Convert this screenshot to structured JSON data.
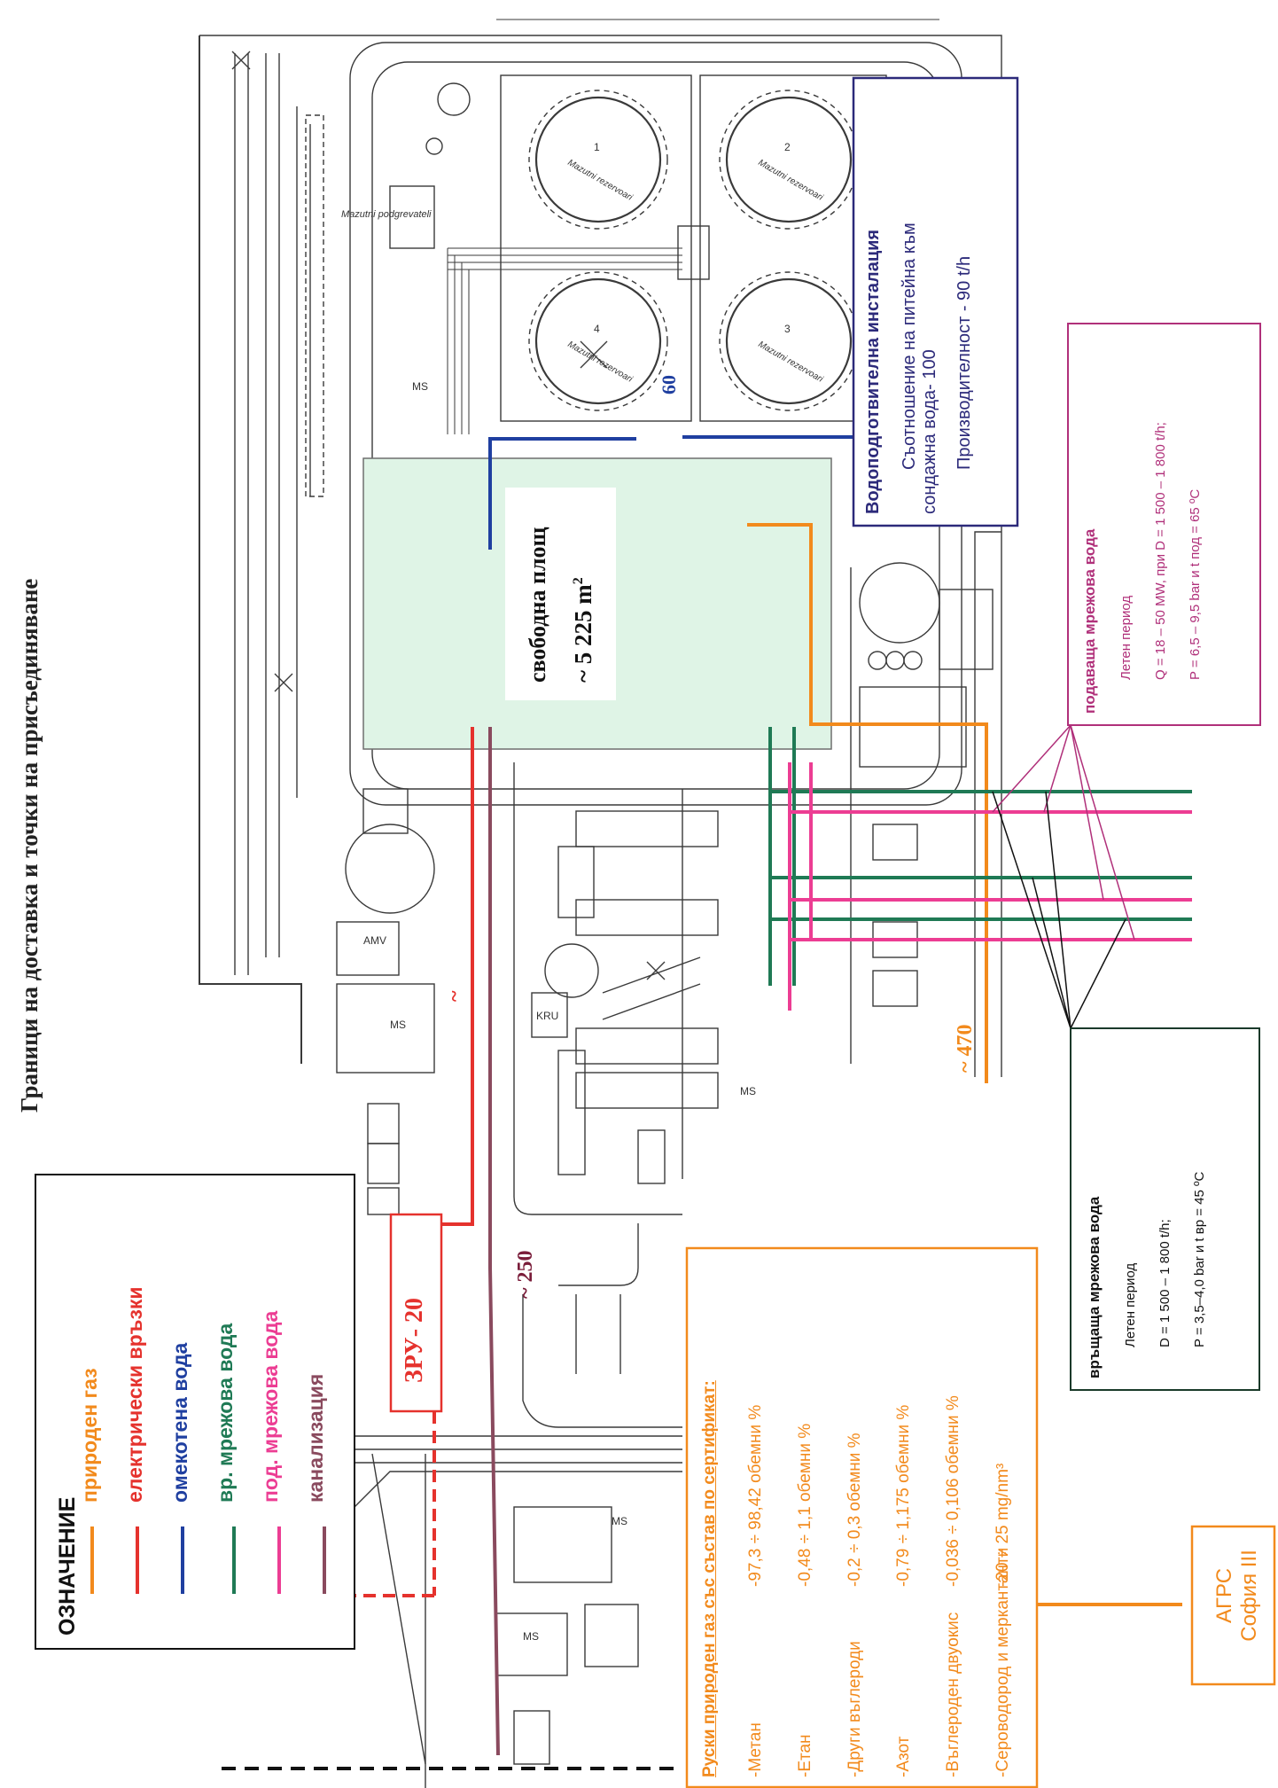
{
  "title": "Граници на доставка и точки на присъединяване",
  "legend": {
    "heading": "ОЗНАЧЕНИЕ",
    "items": [
      {
        "label": "природен газ",
        "color": "#f28a1c"
      },
      {
        "label": "електрически връзки",
        "color": "#e5322d"
      },
      {
        "label": "омекотена вода",
        "color": "#1f3fa0"
      },
      {
        "label": "вр. мрежова вода",
        "color": "#1f7a55"
      },
      {
        "label": "под. мрежова вода",
        "color": "#ec3d93"
      },
      {
        "label": "канализация",
        "color": "#8a4a5e"
      }
    ]
  },
  "free_area": {
    "label": "свободна площ",
    "value": "~ 5 225 m",
    "sup": "2"
  },
  "water_box": {
    "title": "Водоподготвителна инсталация",
    "line1": "Съотношение на питейна към",
    "line2": "сондажна вода- 100",
    "line3": "Производителност - 90 t/h"
  },
  "supply_box": {
    "title": "подаваща мрежова вода",
    "line1": "Летен период",
    "line2": "Q = 18 – 50 MW, при D = 1 500 – 1 800 t/h;",
    "line3": "P = 6,5 – 9,5 bar и t под = 65 ºC"
  },
  "return_box": {
    "title": "връщаща мрежова вода",
    "line1": "Летен период",
    "line2": "D = 1 500 – 1 800 t/h;",
    "line3": "P = 3,5–4,0 bar и t вр = 45 ºC"
  },
  "gas_box": {
    "title": "Руски природен газ със състав по сертификат:",
    "rows": [
      {
        "name": "-Метан",
        "value": "-97,3 ÷ 98,42 обемни %"
      },
      {
        "name": "-Етан",
        "value": "-0,48 ÷ 1,1 обемни %"
      },
      {
        "name": "-Други въглероди",
        "value": "-0,2 ÷ 0,3 обемни %"
      },
      {
        "name": "-Азот",
        "value": "-0,79 ÷ 1,175 обемни %"
      },
      {
        "name": "-Въглероден двуокис",
        "value": "-0,036 ÷ 0,106 обемни %"
      },
      {
        "name": "-Сероводород и меркантанти",
        "value": "-20 ÷ 25 mg/nm³"
      }
    ]
  },
  "agrs": {
    "line1": "АГРС",
    "line2": "София III"
  },
  "zru": "ЗРУ- 20",
  "distances": {
    "d60": "60",
    "d470": "~ 470",
    "d250": "~ 250",
    "tilde": "~"
  },
  "plan_labels": {
    "tank1": "1",
    "tank2": "2",
    "tank3": "3",
    "tank4": "4",
    "tank_name": "Mazutni rezervoari",
    "preheat": "Mazutni podgrevateli",
    "ms": "MS",
    "kru": "KRU",
    "amv": "AMV"
  }
}
